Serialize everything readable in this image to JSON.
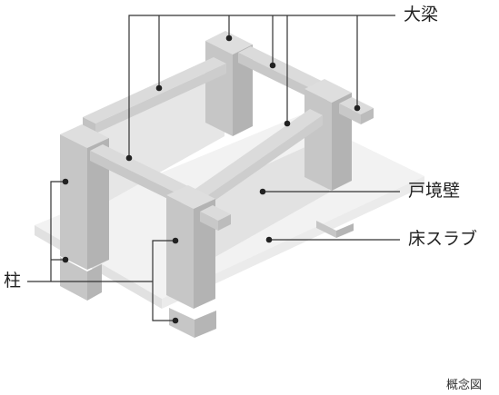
{
  "labels": {
    "beam": "大梁",
    "wall": "戸境壁",
    "slab": "床スラブ",
    "column": "柱"
  },
  "caption": "概念図",
  "colors": {
    "slab_top": "#f2f2f2",
    "slab_side": "#e1e1e1",
    "wall": "#e4e4e4",
    "member_light": "#d6d6d6",
    "member_mid": "#c4c4c4",
    "member_dark": "#b3b3b3",
    "leader": "#333333",
    "text": "#222222"
  }
}
